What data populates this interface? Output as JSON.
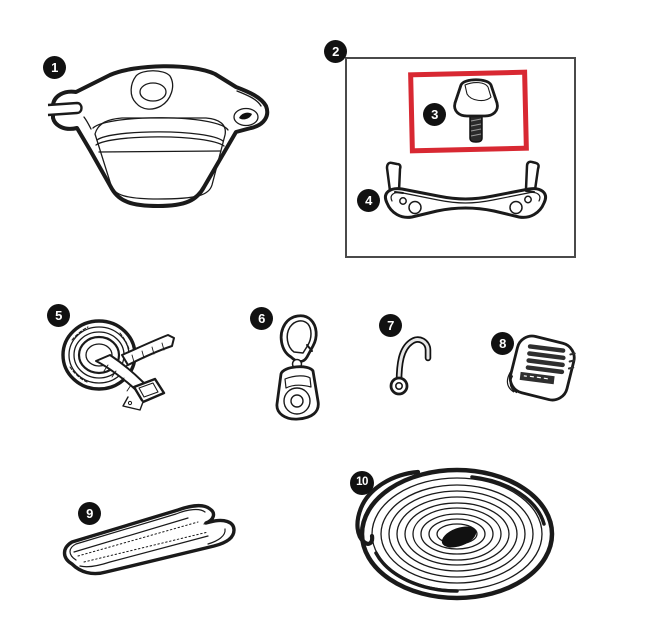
{
  "page": {
    "title": "product-parts-diagram",
    "background": "#ffffff"
  },
  "colors": {
    "line": "#1a1a1a",
    "highlight_red": "#d82832",
    "badge_background": "#111111",
    "badge_text": "#ffffff",
    "box_border": "#4a4a4a"
  },
  "parts": [
    {
      "number": "1",
      "icon": "cover-housing-illustration"
    },
    {
      "number": "2",
      "icon": "hardware-group-box"
    },
    {
      "number": "3",
      "icon": "knob-bolt-illustration",
      "highlighted": true
    },
    {
      "number": "4",
      "icon": "mounting-bracket-illustration"
    },
    {
      "number": "5",
      "icon": "strap-roll-buckle-illustration"
    },
    {
      "number": "6",
      "icon": "carabiner-pulley-illustration"
    },
    {
      "number": "7",
      "icon": "j-hook-illustration"
    },
    {
      "number": "8",
      "icon": "buckle-cap-illustration"
    },
    {
      "number": "9",
      "icon": "folded-strap-illustration"
    },
    {
      "number": "10",
      "icon": "coiled-cord-illustration"
    }
  ]
}
